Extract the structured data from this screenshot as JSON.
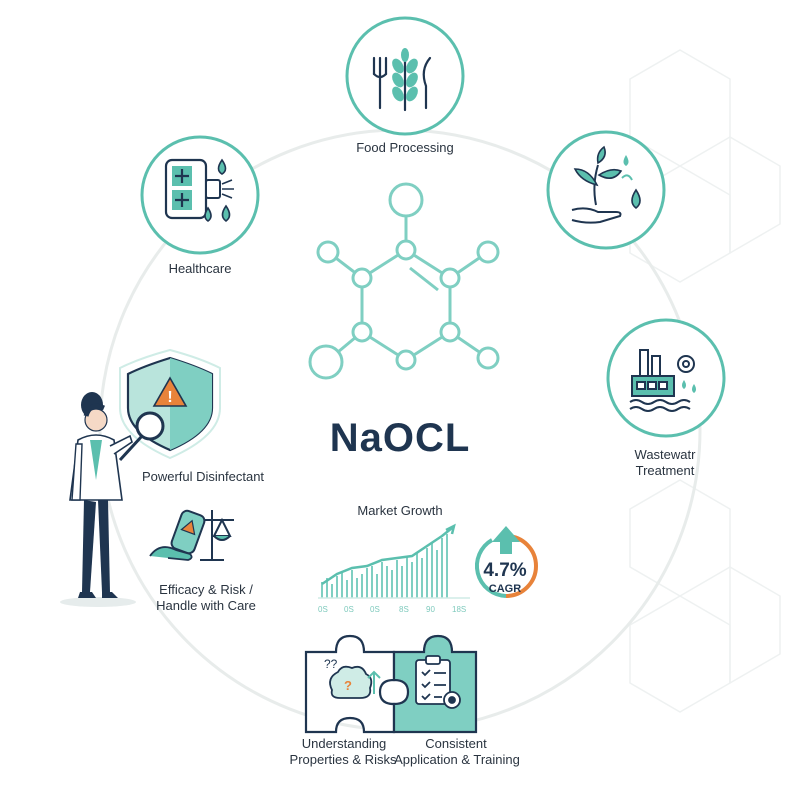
{
  "title": "NaOCL",
  "nodes": {
    "food": "Food Processing",
    "healthcare": "Healthcare",
    "wastewater_line1": "Wastewatr",
    "wastewater_line2": "Treatment",
    "disinfectant": "Powerful Disinfectant",
    "efficacy_line1": "Efficacy & Risk /",
    "efficacy_line2": "Handle with Care",
    "understanding_line1": "Understanding",
    "understanding_line2": "Properties & Risks",
    "consistent_line1": "Consistent",
    "consistent_line2": "Application & Training"
  },
  "market": {
    "title": "Market Growth",
    "cagr_value": "4.7%",
    "cagr_label": "CAGR",
    "ticks": [
      "0S",
      "0S",
      "0S",
      "8S",
      "90",
      "18S"
    ]
  },
  "colors": {
    "teal": "#5bbfae",
    "teal_light": "#cfece6",
    "navy": "#1f3550",
    "orange": "#e8833a",
    "ring": "#e8eceb"
  }
}
